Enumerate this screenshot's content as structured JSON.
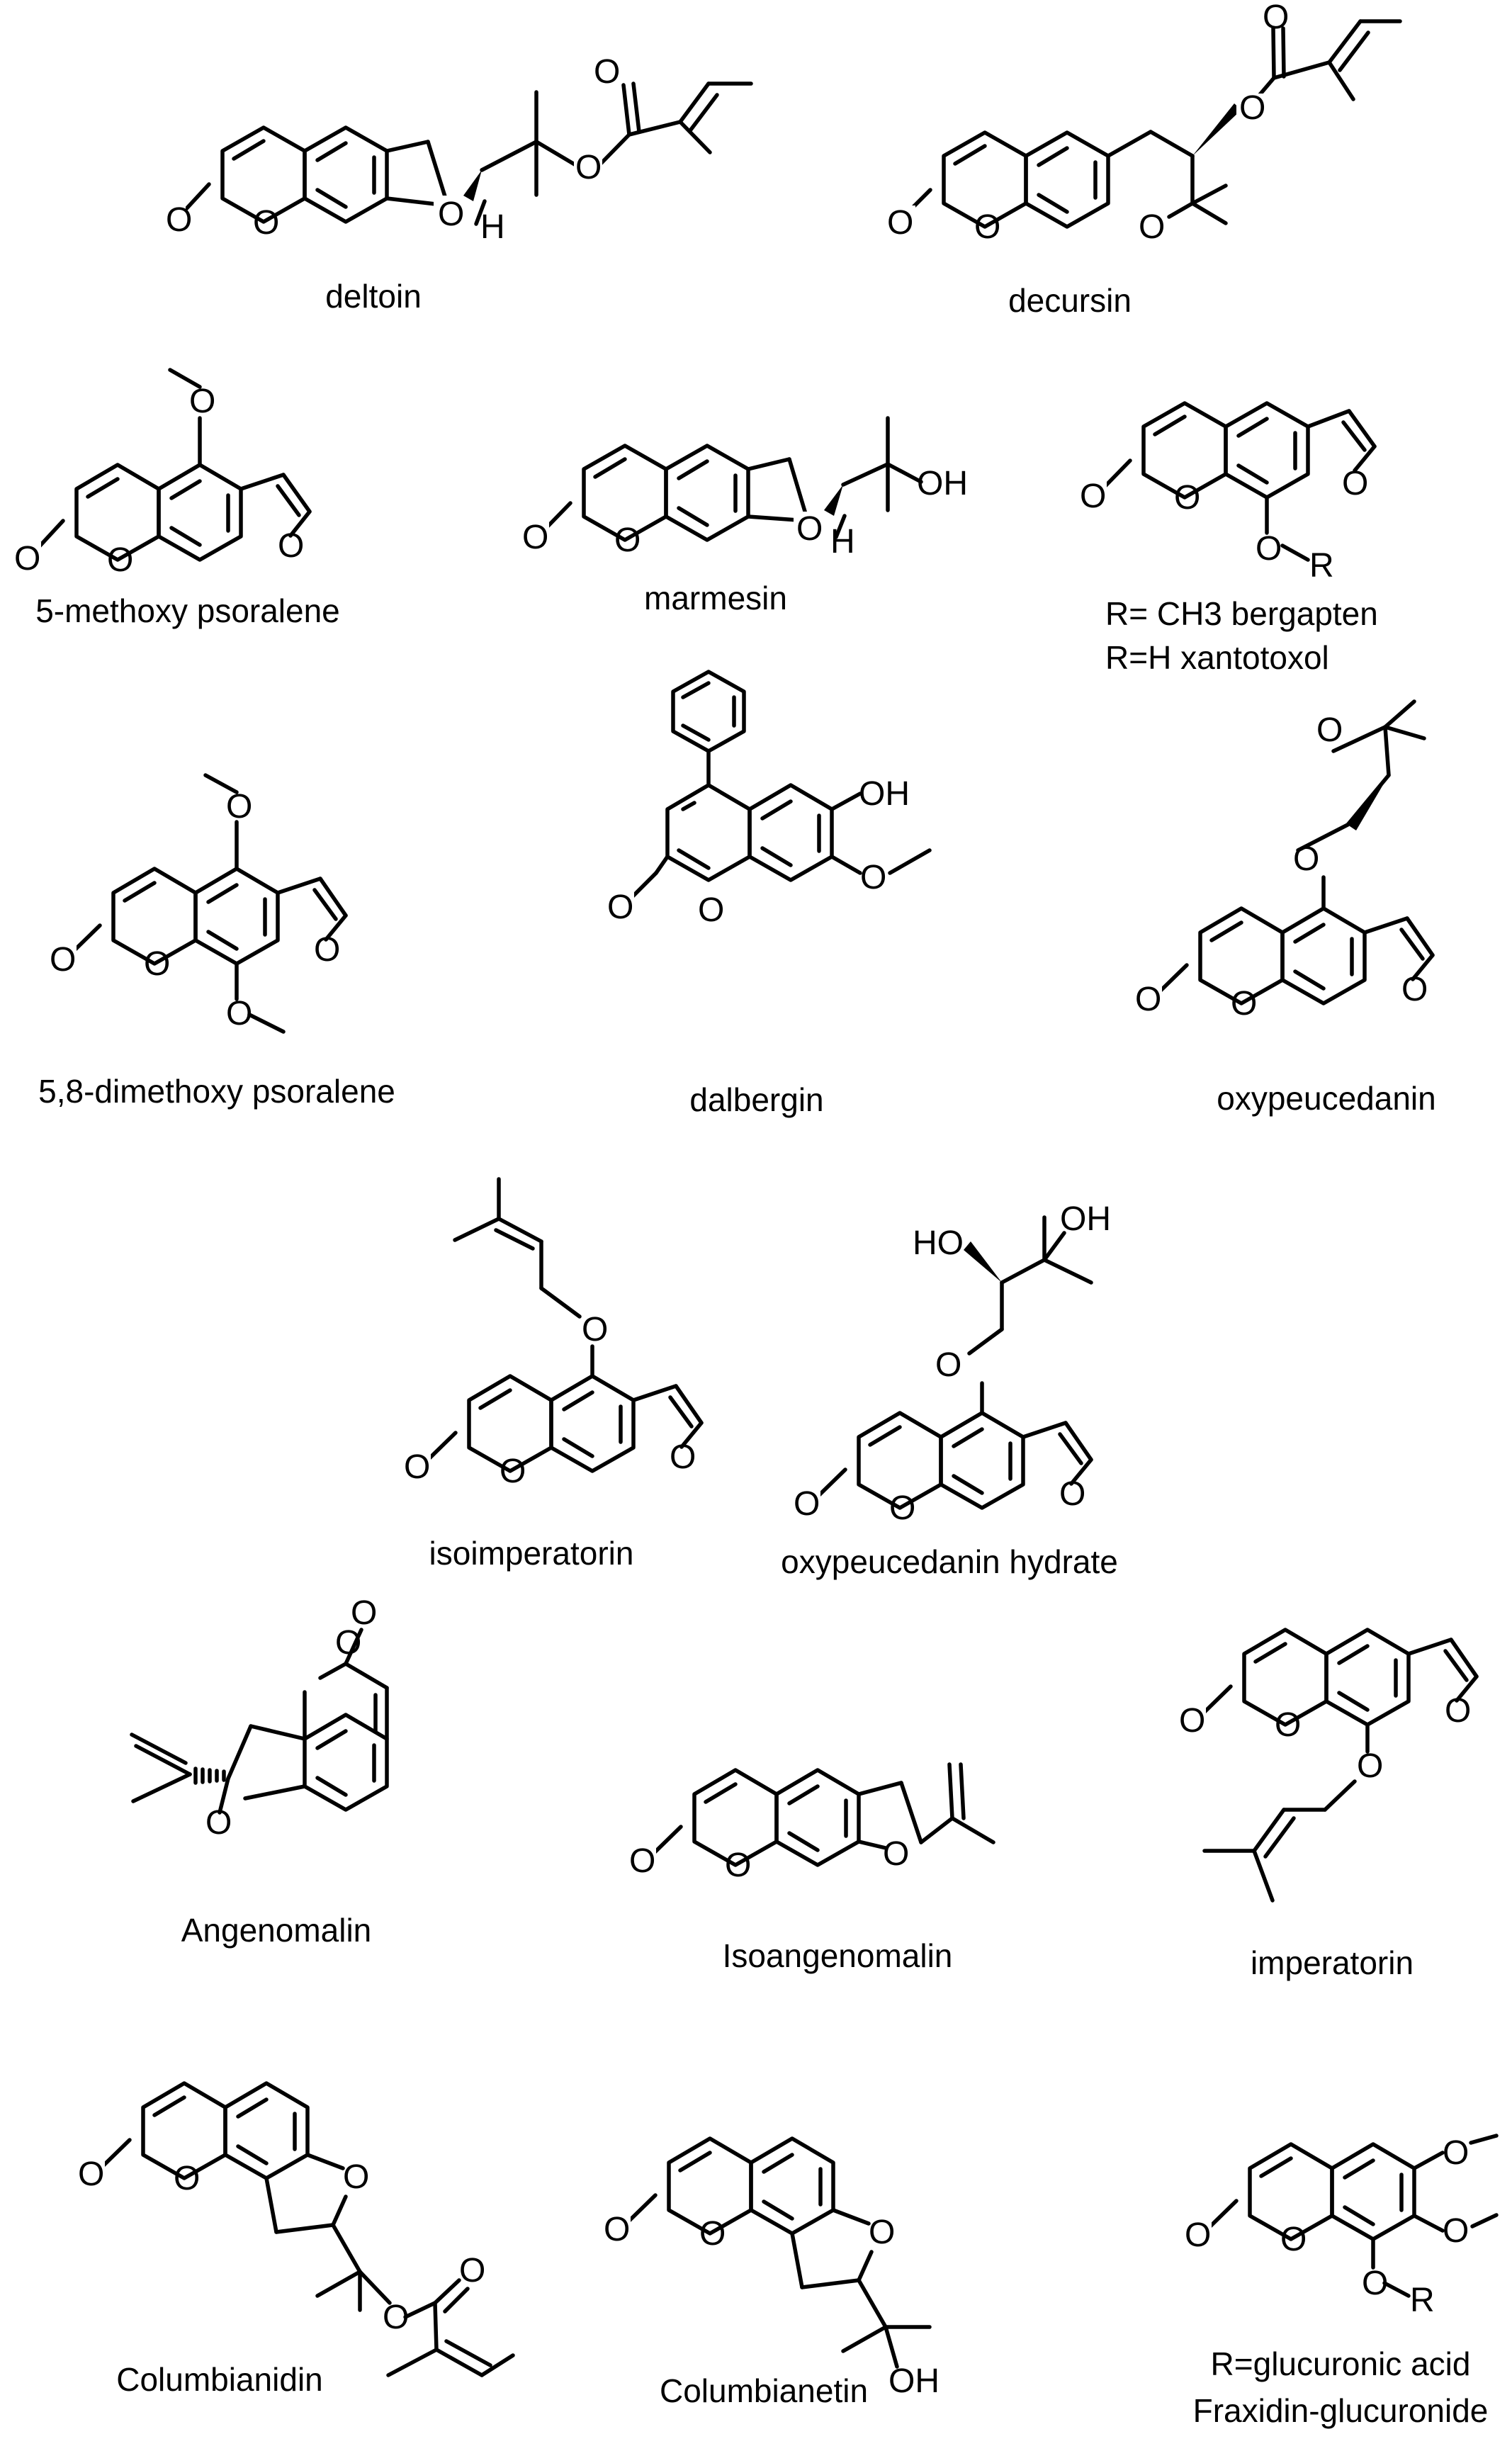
{
  "compounds": [
    {
      "name": "deltoin",
      "atoms": [
        "O",
        "O",
        "O",
        "H",
        "O",
        "O"
      ]
    },
    {
      "name": "decursin",
      "atoms": [
        "O",
        "O",
        "O",
        "O",
        "O"
      ]
    },
    {
      "name": "5-methoxy psoralene",
      "atoms": [
        "O",
        "O",
        "O",
        "O"
      ]
    },
    {
      "name": "marmesin",
      "atoms": [
        "O",
        "O",
        "O",
        "H",
        "OH"
      ]
    },
    {
      "name": "R= CH3 bergapten",
      "name2": "R=H xantotoxol",
      "atoms": [
        "O",
        "O",
        "O",
        "O",
        "R"
      ]
    },
    {
      "name": "5,8-dimethoxy psoralene",
      "atoms": [
        "O",
        "O",
        "O",
        "O",
        "O"
      ]
    },
    {
      "name": "dalbergin",
      "atoms": [
        "O",
        "O",
        "OH",
        "O"
      ]
    },
    {
      "name": "oxypeucedanin",
      "atoms": [
        "O",
        "O",
        "O",
        "O",
        "O"
      ]
    },
    {
      "name": "isoimperatorin",
      "atoms": [
        "O",
        "O",
        "O",
        "O"
      ]
    },
    {
      "name": "oxypeucedanin hydrate",
      "atoms": [
        "O",
        "O",
        "O",
        "O",
        "HO",
        "OH"
      ]
    },
    {
      "name": "Angenomalin",
      "atoms": [
        "O",
        "O",
        "O"
      ]
    },
    {
      "name": "Isoangenomalin",
      "atoms": [
        "O",
        "O",
        "O"
      ]
    },
    {
      "name": "imperatorin",
      "atoms": [
        "O",
        "O",
        "O",
        "O"
      ]
    },
    {
      "name": "Columbianidin",
      "atoms": [
        "O",
        "O",
        "O",
        "O",
        "O"
      ]
    },
    {
      "name": "Columbianetin",
      "atoms": [
        "O",
        "O",
        "O",
        "OH"
      ]
    },
    {
      "name": "R=glucuronic acid",
      "name2": "Fraxidin-glucuronide",
      "atoms": [
        "O",
        "O",
        "O",
        "O",
        "O",
        "R"
      ]
    }
  ]
}
